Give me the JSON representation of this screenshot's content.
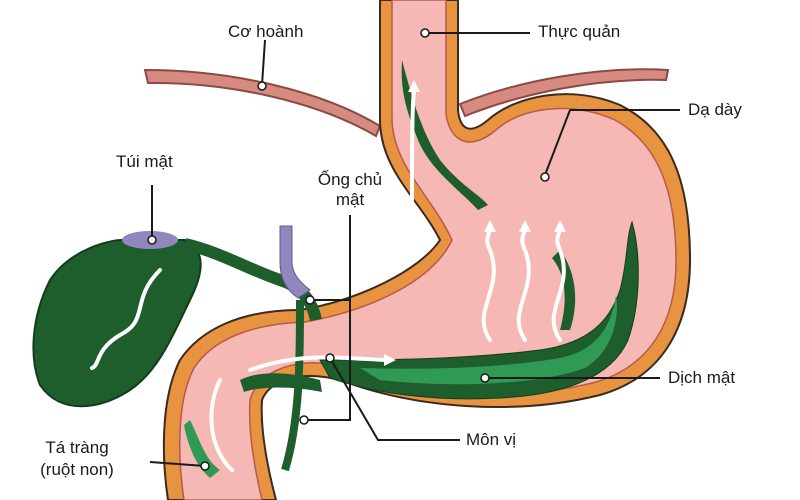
{
  "labels": {
    "diaphragm": "Cơ hoành",
    "esophagus": "Thực quản",
    "stomach": "Dạ dày",
    "gallbladder": "Túi mật",
    "common_bile_duct_line1": "Ống chủ",
    "common_bile_duct_line2": "mật",
    "bile": "Dịch mật",
    "pylorus": "Môn vị",
    "duodenum_line1": "Tá tràng",
    "duodenum_line2": "(ruột non)"
  },
  "colors": {
    "tissue": "#f6b8b4",
    "wall": "#e8933f",
    "outline": "#333333",
    "bile_dark": "#1e5e2c",
    "bile_light": "#2f9a55",
    "duct_purple": "#8f87bd",
    "reflux_arrow": "#ffffff"
  }
}
